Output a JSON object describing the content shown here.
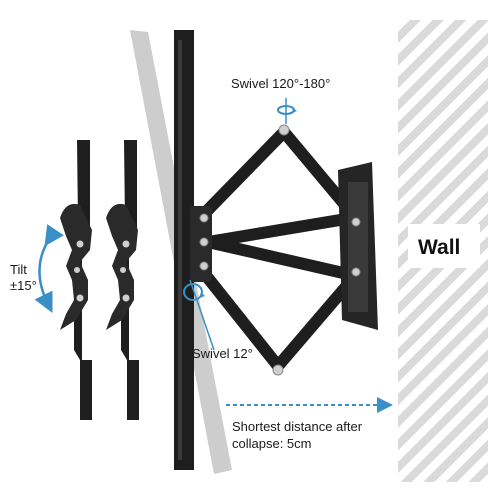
{
  "labels": {
    "swivel_top": "Swivel 120°-180°",
    "swivel_bottom": "Swivel 12°",
    "tilt_line1": "Tilt",
    "tilt_line2": "±15°",
    "wall": "Wall",
    "distance_line1": "Shortest distance after",
    "distance_line2": "collapse: 5cm"
  },
  "colors": {
    "bracket": "#1e1e1e",
    "ghost": "#b8b8b8",
    "accent_blue": "#3a8fc6",
    "wall_stripe": "#d9d9d9",
    "dashed_arrow": "#3a8fc6"
  }
}
